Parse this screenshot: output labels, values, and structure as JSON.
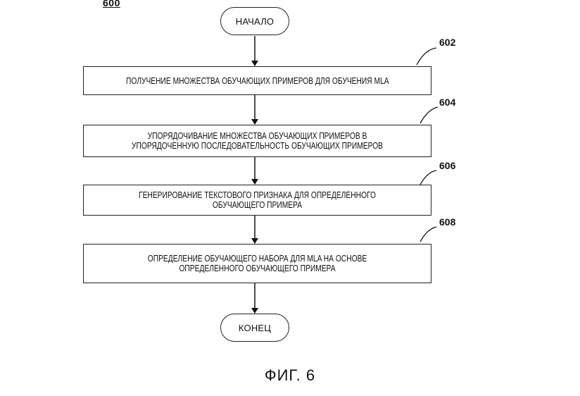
{
  "figure": {
    "number": "600",
    "caption": "ФИГ. 6"
  },
  "start": {
    "label": "НАЧАЛО"
  },
  "end": {
    "label": "КОНЕЦ"
  },
  "steps": [
    {
      "ref": "602",
      "text": "ПОЛУЧЕНИЕ МНОЖЕСТВА ОБУЧАЮЩИХ ПРИМЕРОВ ДЛЯ ОБУЧЕНИЯ MLA"
    },
    {
      "ref": "604",
      "text": "УПОРЯДОЧИВАНИЕ МНОЖЕСТВА ОБУЧАЮЩИХ ПРИМЕРОВ В УПОРЯДОЧЕННУЮ ПОСЛЕДОВАТЕЛЬНОСТЬ ОБУЧАЮЩИХ ПРИМЕРОВ"
    },
    {
      "ref": "606",
      "text": "ГЕНЕРИРОВАНИЕ ТЕКСТОВОГО ПРИЗНАКА ДЛЯ ОПРЕДЕЛЕННОГО ОБУЧАЮЩЕГО ПРИМЕРА"
    },
    {
      "ref": "608",
      "text": "ОПРЕДЕЛЕНИЕ ОБУЧАЮЩЕГО НАБОРА ДЛЯ MLA НА ОСНОВЕ ОПРЕДЕЛЕННОГО ОБУЧАЮЩЕГО ПРИМЕРА"
    }
  ]
}
